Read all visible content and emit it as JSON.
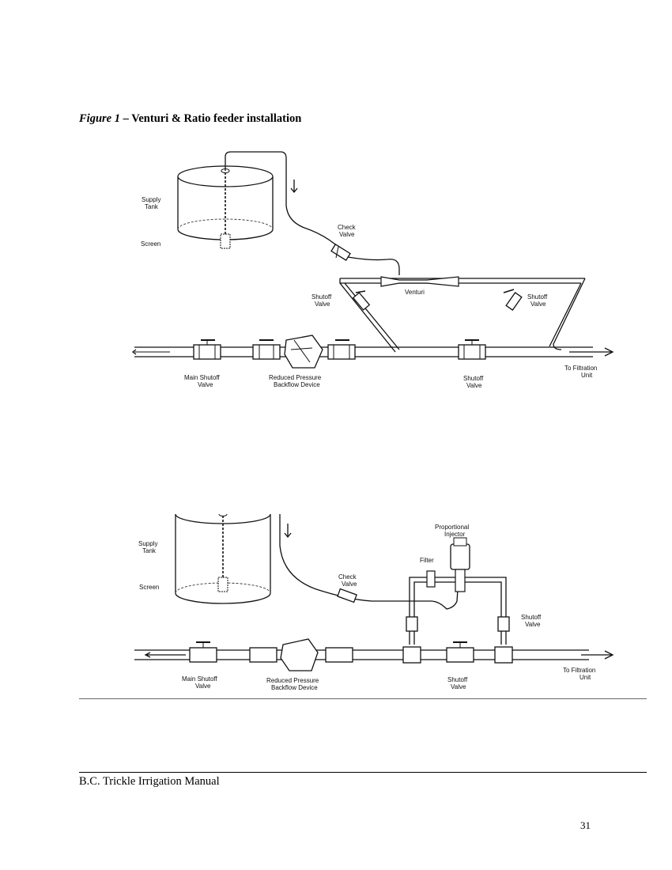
{
  "caption": {
    "figure_number": "Figure 1",
    "separator": " – ",
    "title": "Venturi & Ratio feeder installation"
  },
  "diagram_1": {
    "labels": {
      "supply_tank": "Supply",
      "supply_tank_2": "Tank",
      "screen": "Screen",
      "check_valve": "Check",
      "check_valve_2": "Valve",
      "venturi": "Venturi",
      "shutoff_left": "Shutoff",
      "shutoff_left_2": "Valve",
      "shutoff_right": "Shutoff",
      "shutoff_right_2": "Valve",
      "main_shutoff": "Main Shutoff",
      "main_shutoff_2": "Valve",
      "backflow": "Reduced Pressure",
      "backflow_2": "Backflow Device",
      "shutoff_bottom": "Shutoff",
      "shutoff_bottom_2": "Valve",
      "to_filtration": "To  Filtration",
      "to_filtration_2": "Unit"
    }
  },
  "diagram_2": {
    "labels": {
      "supply_tank": "Supply",
      "supply_tank_2": "Tank",
      "screen": "Screen",
      "check_valve": "Check",
      "check_valve_2": "Valve",
      "injector": "Proportional",
      "injector_2": "Injector",
      "filter": "Filter",
      "shutoff_right": "Shutoff",
      "shutoff_right_2": "Valve",
      "main_shutoff": "Main Shutoff",
      "main_shutoff_2": "Valve",
      "backflow": "Reduced Pressure",
      "backflow_2": "Backflow Device",
      "shutoff_bottom": "Shutoff",
      "shutoff_bottom_2": "Valve",
      "to_filtration": "To  Filtration",
      "to_filtration_2": "Unit"
    }
  },
  "footer": {
    "manual_title": "B.C. Trickle Irrigation Manual",
    "page_number": "31"
  }
}
